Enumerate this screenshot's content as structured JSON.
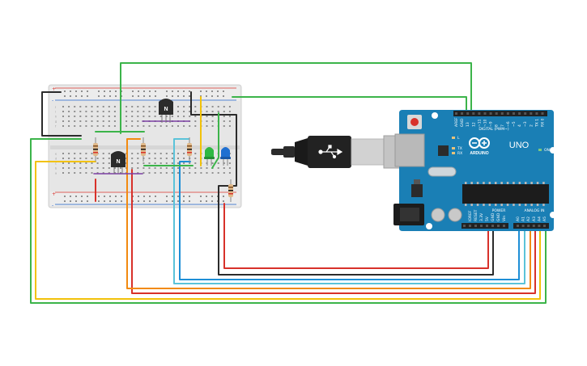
{
  "board": {
    "name": "UNO",
    "brand": "ARDUINO",
    "digital_label": "DIGITAL (PWM~)",
    "power_label": "POWER",
    "analog_label": "ANALOG IN",
    "on_label": "ON",
    "tx_label": "TX",
    "rx_label": "RX",
    "l_label": "L",
    "analog_pins": [
      "A0",
      "A1",
      "A2",
      "A3",
      "A4",
      "A5"
    ],
    "power_pins": [
      "IOREF",
      "RESET",
      "3.3V",
      "5V",
      "GND",
      "GND",
      "Vin"
    ],
    "digital_pins": [
      "AREF",
      "GND",
      "13",
      "12",
      "~11",
      "~10",
      "~9",
      "8",
      "7",
      "~6",
      "~5",
      "4",
      "~3",
      "2",
      "TX 1",
      "RX 0"
    ]
  },
  "transistors": [
    {
      "id": "q1",
      "label": "N"
    },
    {
      "id": "q2",
      "label": "N"
    }
  ],
  "breadboard": {
    "row_letters_top": [
      "j",
      "i",
      "h",
      "g",
      "f"
    ],
    "row_letters_bottom": [
      "e",
      "d",
      "c",
      "b",
      "a"
    ],
    "power_sign_plus": "+",
    "power_sign_minus": "-"
  },
  "colors": {
    "board": "#1a7fb5",
    "board_dark": "#136a98",
    "breadboard": "#e8e8e8",
    "wire_green": "#3cb44a",
    "wire_yellow": "#f2c20a",
    "wire_orange": "#f28a0f",
    "wire_red": "#d8312a",
    "wire_black": "#2b2b2b",
    "wire_cyan": "#5bc3d9",
    "wire_blue": "#1e8fd6",
    "wire_purple": "#7b3fa3",
    "led_green": "#2fb843",
    "led_blue": "#1f6fd1"
  }
}
